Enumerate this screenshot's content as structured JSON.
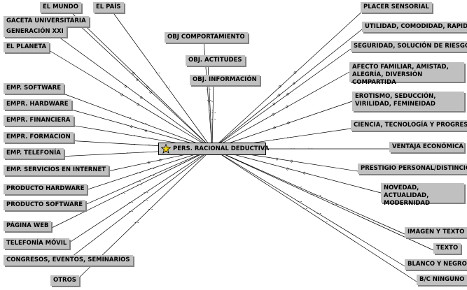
{
  "center": {
    "label": "PERS. RACIONAL DEDUCTIVA",
    "icon": "star-icon"
  },
  "left_nodes": [
    "EL MUNDO",
    "EL PAÍS",
    "GACETA UNIVERSITARIA",
    "GENERACIÓN XXI",
    "EL PLANETA",
    "EMP. SOFTWARE",
    "EMPR. HARDWARE",
    "EMPR. FINANCIERA",
    "EMPR. FORMACION",
    "EMP. TELEFONÍA",
    "EMP. SERVICIOS EN INTERNET",
    "PRODUCTO HARDWARE",
    "PRODUCTO SOFTWARE",
    "PÁGINA WEB",
    "TELEFONÍA MÓVIL",
    "CONGRESOS, EVENTOS, SEMINARIOS",
    "OTROS"
  ],
  "top_nodes": [
    "OBJ COMPORTAMIENTO",
    "OBJ. ACTITUDES",
    "OBJ. INFORMACIÓN"
  ],
  "right_nodes": [
    "PLACER SENSORIAL",
    "UTILIDAD, COMODIDAD, RAPIDEZ",
    "SEGURIDAD, SOLUCIÓN DE RIESGOS",
    "AFECTO FAMILIAR, AMISTAD, ALEGRÍA, DIVERSIÓN COMPARTIDA",
    "EROTISMO, SEDUCCIÓN, VIRILIDAD, FEMINEIDAD",
    "CIENCIA, TECNOLOGÍA Y PROGRESO",
    "VENTAJA ECONÓMICA",
    "PRESTIGIO PERSONAL/DISTINCIÓN",
    "NOVEDAD, ACTUALIDAD, MODERNIDAD",
    "IMAGEN Y TEXTO",
    "TEXTO",
    "BLANCO Y NEGRO",
    "B/C NINGUNO"
  ],
  "connector_symbols": {
    "dash": "--",
    "diamond": "◇"
  }
}
